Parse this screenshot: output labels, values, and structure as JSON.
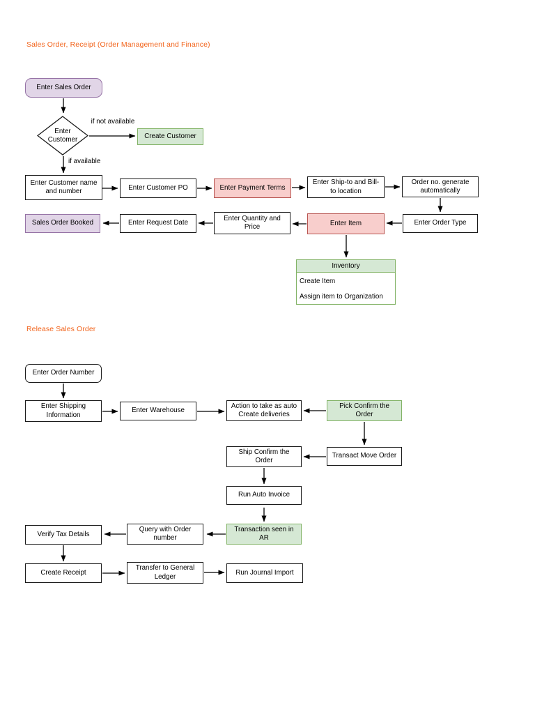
{
  "headings": {
    "section1": "Sales Order, Receipt (Order Management and Finance)",
    "section2": "Release Sales Order"
  },
  "colors": {
    "heading_orange": "#f2641c",
    "purple_fill": "#e1d5e7",
    "purple_border": "#9673a6",
    "green_fill": "#d5e8d4",
    "green_border": "#82b366",
    "pink_fill": "#f8cecc",
    "pink_border": "#b85450",
    "box_border": "#1a1a1a",
    "arrow": "#000000"
  },
  "flow1": {
    "enter_sales_order": "Enter Sales Order",
    "enter_customer": "Enter\nCustomer",
    "if_not_available": "if not available",
    "if_available": "if available",
    "create_customer": "Create Customer",
    "enter_customer_name": "Enter Customer name\nand number",
    "enter_customer_po": "Enter Customer PO",
    "enter_payment_terms": "Enter Payment Terms",
    "enter_ship_to": "Enter Ship-to and Bill-\nto location",
    "order_no_generate": "Order no. generate\nautomatically",
    "enter_order_type": "Enter Order Type",
    "enter_item": "Enter Item",
    "enter_quantity_price": "Enter Quantity and\nPrice",
    "enter_request_date": "Enter Request Date",
    "sales_order_booked": "Sales Order Booked",
    "inventory": {
      "title": "Inventory",
      "items": [
        "Create Item",
        "Assign item to Organization"
      ]
    }
  },
  "flow2": {
    "enter_order_number": "Enter Order Number",
    "enter_shipping": "Enter Shipping\nInformation",
    "enter_warehouse": "Enter Warehouse",
    "action_auto_deliveries": "Action to take as auto\nCreate deliveries",
    "pick_confirm": "Pick Confirm the\nOrder",
    "transact_move_order": "Transact Move Order",
    "ship_confirm": "Ship Confirm the\nOrder",
    "run_auto_invoice": "Run Auto Invoice",
    "transaction_ar": "Transaction seen in\nAR",
    "query_order_number": "Query with Order\nnumber",
    "verify_tax": "Verify Tax Details",
    "create_receipt": "Create Receipt",
    "transfer_gl": "Transfer to General\nLedger",
    "run_journal_import": "Run Journal Import"
  }
}
